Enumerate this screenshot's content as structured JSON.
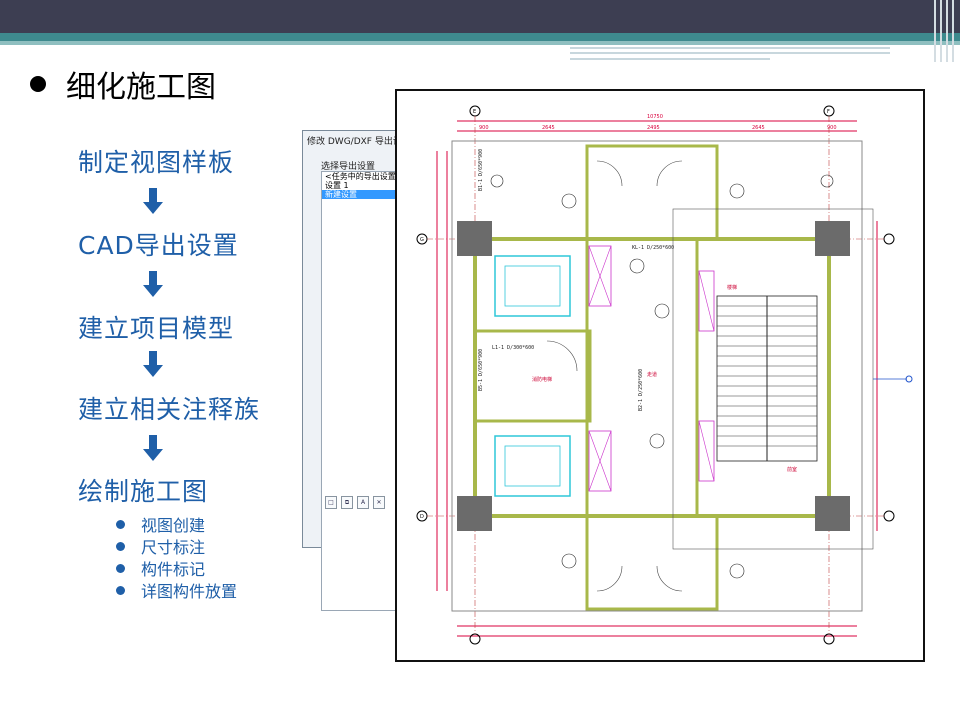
{
  "slide": {
    "title": "细化施工图",
    "steps": [
      "制定视图样板",
      "CAD导出设置",
      "建立项目模型",
      "建立相关注释族",
      "绘制施工图"
    ],
    "sub_items": [
      "视图创建",
      "尺寸标注",
      "构件标记",
      "详图构件放置"
    ]
  },
  "dialog": {
    "title": "修改 DWG/DXF 导出设置",
    "group_label": "选择导出设置",
    "list": [
      "<任务中的导出设置>",
      "设置 1",
      "新建设置"
    ]
  },
  "drawing": {
    "overall_dim": "10750",
    "top_dims": [
      "900",
      "2645",
      "2495",
      "2645",
      "900"
    ],
    "axis_labels": [
      "E",
      "F",
      "G",
      "D"
    ],
    "room_labels": [
      "楼梯",
      "前室",
      "消防电梯",
      "走道"
    ],
    "beam_labels": [
      "B1-1 D/650*900",
      "B5-1 D/650*900",
      "KL-1 D/250*600",
      "L1-1 D/300*600",
      "B2-1 D/250*600"
    ]
  },
  "colors": {
    "topbar": "#3d3e52",
    "teal": "#3e8a8e",
    "text_blue": "#1f5fa8",
    "wall_yellow": "#a8b84a",
    "dim_red": "#d9003d",
    "column_gray": "#6b6b6b",
    "elevator_cyan": "#2ec7d9",
    "magenta": "#cc33cc"
  }
}
